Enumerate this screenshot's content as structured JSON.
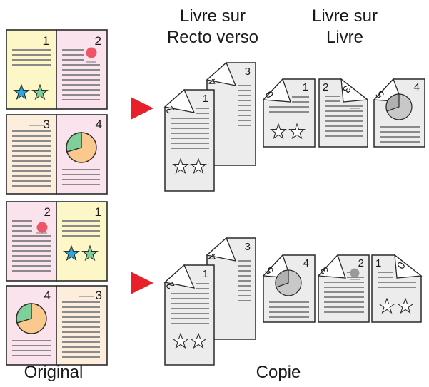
{
  "labels": {
    "col_book_to_duplex_line1": "Livre sur",
    "col_book_to_duplex_line2": "Recto verso",
    "col_book_to_book_line1": "Livre sur",
    "col_book_to_book_line2": "Livre",
    "original": "Original",
    "copy": "Copie"
  },
  "page_numbers": {
    "one": "1",
    "two": "2",
    "three": "3",
    "four": "4",
    "mirrored_two": "2",
    "mirrored_four": "4",
    "mirrored_three": "3",
    "mirrored_zero": "0",
    "mirrored_five": "5"
  },
  "colors": {
    "yellow_page": "#fdf7c8",
    "pink_page": "#fbe3ee",
    "peach_page": "#fdeddd",
    "copy_page": "#ececec",
    "outline": "#2a2a2a",
    "text_line": "#8a8a8a",
    "star_blue": "#2aa9e0",
    "star_green": "#7fcf9a",
    "dot_red": "#ee5566",
    "pie_green": "#7fcf9a",
    "pie_orange": "#fbc98d",
    "arrow_red": "#e8202a",
    "copy_pie": "#c8c8c8",
    "copy_dot": "#9a9a9a"
  },
  "icons": {
    "arrow": "right-triangle-arrow",
    "star": "star-icon",
    "pie": "pie-chart-icon",
    "dot": "circle-dot-icon"
  }
}
